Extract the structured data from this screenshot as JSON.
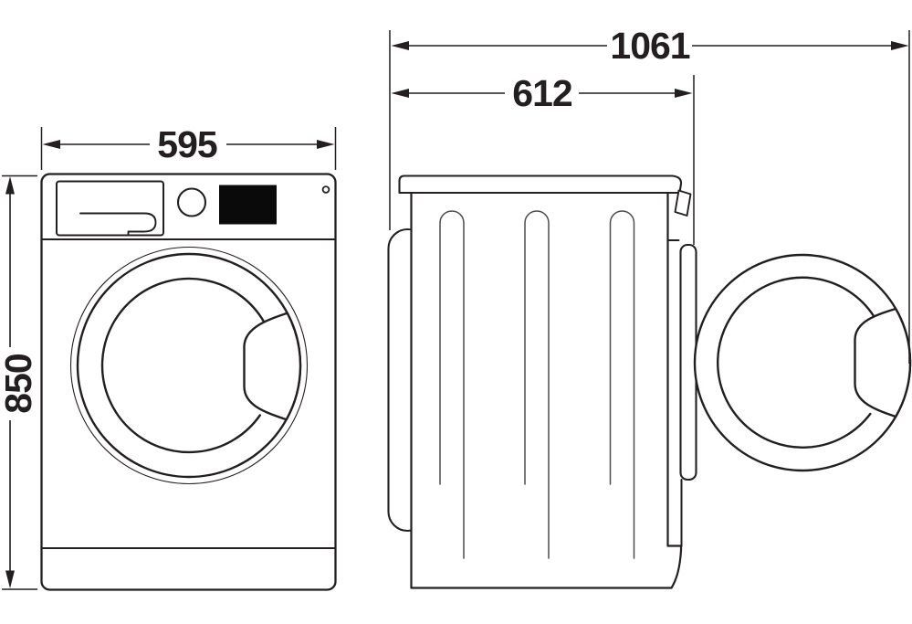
{
  "colors": {
    "line": "#231f20",
    "background": "#ffffff",
    "display": "#0a0a0a",
    "detail": "#4d4d4d"
  },
  "dimensions": {
    "front_width": "595",
    "front_height": "850",
    "side_depth_total": "1061",
    "side_depth_body": "612"
  }
}
